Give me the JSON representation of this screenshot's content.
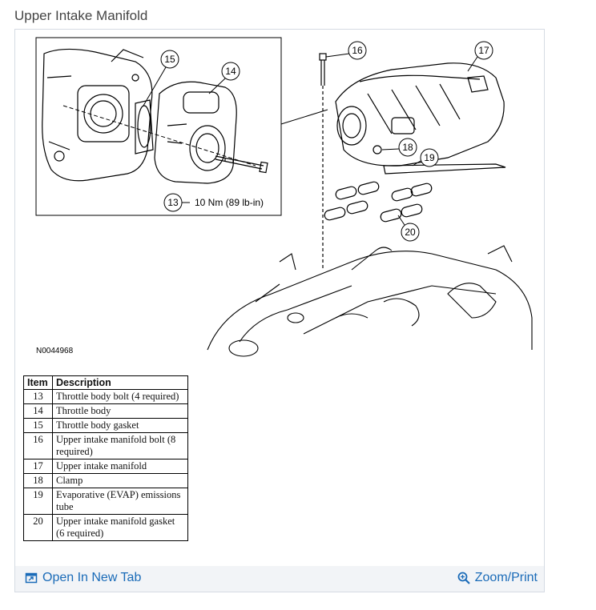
{
  "page": {
    "title": "Upper Intake Manifold"
  },
  "figure": {
    "code": "N0044968",
    "torque_label": "10 Nm (89 lb-in)",
    "callouts": [
      "13",
      "14",
      "15",
      "16",
      "17",
      "18",
      "19",
      "20"
    ]
  },
  "table": {
    "headers": {
      "item": "Item",
      "description": "Description"
    },
    "rows": [
      {
        "item": "13",
        "description": "Throttle body bolt (4 required)"
      },
      {
        "item": "14",
        "description": "Throttle body"
      },
      {
        "item": "15",
        "description": "Throttle body gasket"
      },
      {
        "item": "16",
        "description": "Upper intake manifold bolt (8 required)"
      },
      {
        "item": "17",
        "description": "Upper intake manifold"
      },
      {
        "item": "18",
        "description": "Clamp"
      },
      {
        "item": "19",
        "description": "Evaporative (EVAP) emissions tube"
      },
      {
        "item": "20",
        "description": "Upper intake manifold gasket (6 required)"
      }
    ]
  },
  "actions": {
    "open_tab": {
      "label": "Open In New Tab",
      "icon": "open-new-tab-icon"
    },
    "zoom": {
      "label": "Zoom/Print",
      "icon": "magnifier-icon"
    }
  },
  "colors": {
    "link": "#1a6bb8",
    "border": "#d5dbe3",
    "bar": "#f2f4f7"
  }
}
